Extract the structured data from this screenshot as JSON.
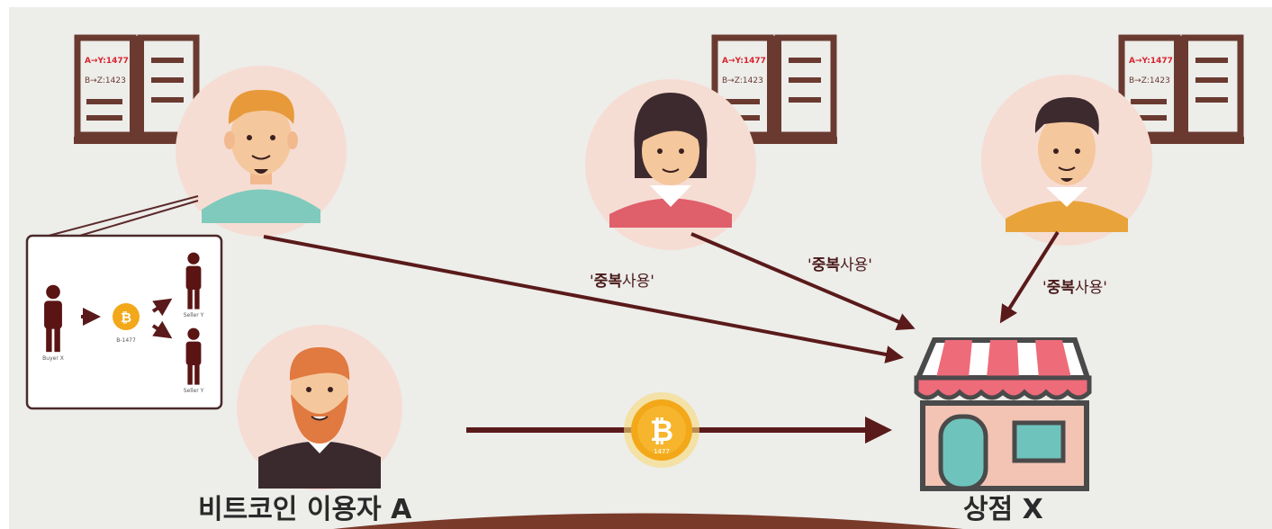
{
  "ledger": {
    "line1": "A→Y:1477",
    "line2": "B→Z:1423"
  },
  "inset": {
    "buyer": "Buyer X",
    "coin": "B-1477",
    "seller_top": "Seller Y",
    "seller_bottom": "Seller Y"
  },
  "coin_label": "1477",
  "double_spend": {
    "open_quote": "'",
    "bold": "중복",
    "rest": "사용",
    "close_quote": "'"
  },
  "labels": {
    "user": "비트코인 이용자 A",
    "shop": "상점 X"
  },
  "colors": {
    "arrow": "#5a1a1a",
    "ledger": "#6a3a30",
    "ledger_red": "#d8242e",
    "coin": "#f2a818"
  }
}
